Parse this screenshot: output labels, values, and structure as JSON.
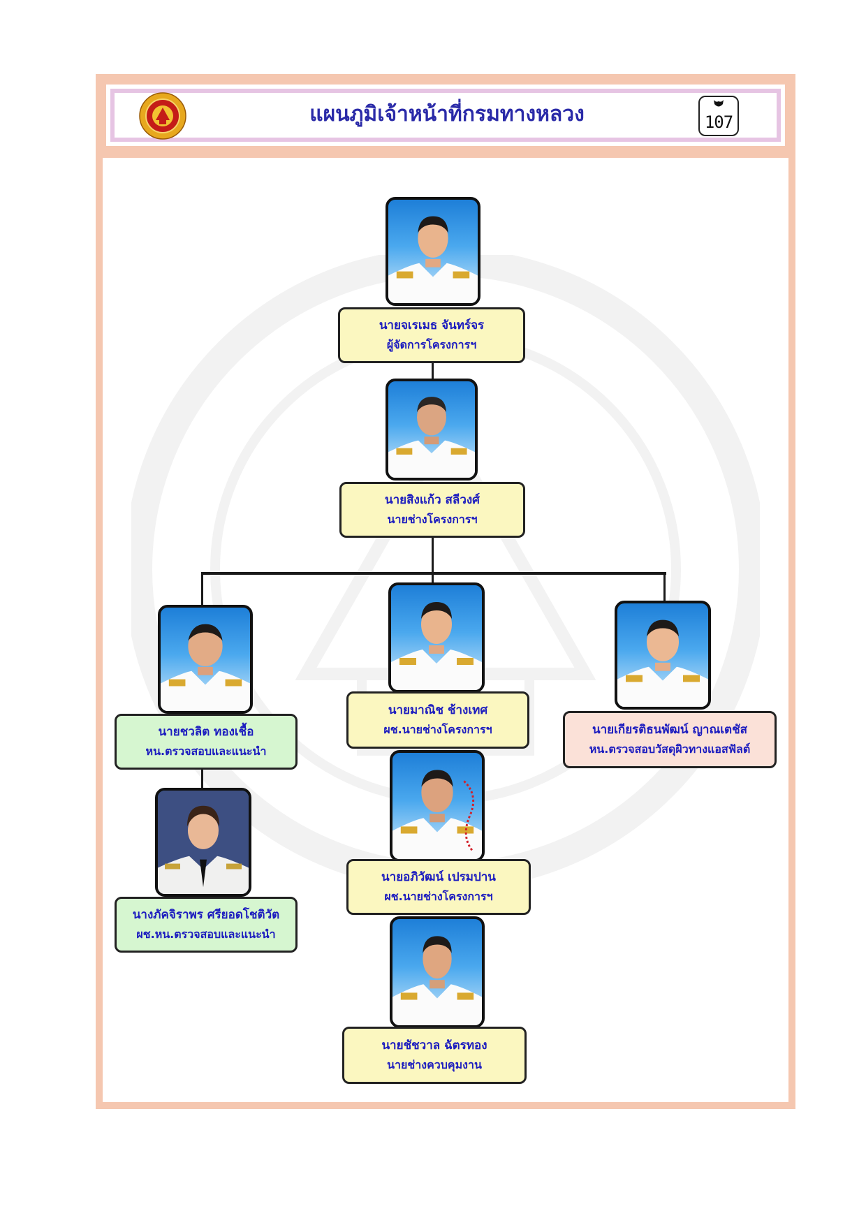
{
  "header": {
    "title": "แผนภูมิเจ้าหน้าที่กรมทางหลวง",
    "route_number": "107",
    "logo_icon": "department-of-highways-emblem-icon",
    "route_icon": "highway-route-shield-icon"
  },
  "colors": {
    "frame": "#f5c7b0",
    "header_inner_border": "#e6c4e3",
    "title": "#2a2aa8",
    "label_text": "#1c1cbf",
    "yellow_box": "#fbf7c0",
    "green_box": "#d6f6d0",
    "pink_box": "#fbe1d8"
  },
  "org": {
    "manager": {
      "name": "นายจเรเมธ  จันทร์จร",
      "position": "ผู้จัดการโครงการฯ"
    },
    "engineer": {
      "name": "นายสิงแก้ว  สลีวงศ์",
      "position": "นายช่างโครงการฯ"
    },
    "inspection_head": {
      "name": "นายชวลิต  ทองเชื้อ",
      "position": "หน.ตรวจสอบและแนะนำ"
    },
    "inspection_assistant": {
      "name": "นางภัคจิราพร  ศรียอดโชติวัต",
      "position": "ผช.หน.ตรวจสอบและแนะนำ"
    },
    "assistant_engineer_1": {
      "name": "นายมาณิช  ช้างเทศ",
      "position": "ผช.นายช่างโครงการฯ"
    },
    "assistant_engineer_2": {
      "name": "นายอภิวัฒน์  เปรมปาน",
      "position": "ผช.นายช่างโครงการฯ"
    },
    "supervisor": {
      "name": "นายชัชวาล  ฉัตรทอง",
      "position": "นายช่างควบคุมงาน"
    },
    "asphalt_head": {
      "name": "นายเกียรติธนพัฒน์  ญาณเตชัส",
      "position": "หน.ตรวจสอบวัสดุผิวทางแอสฟัลต์"
    }
  }
}
